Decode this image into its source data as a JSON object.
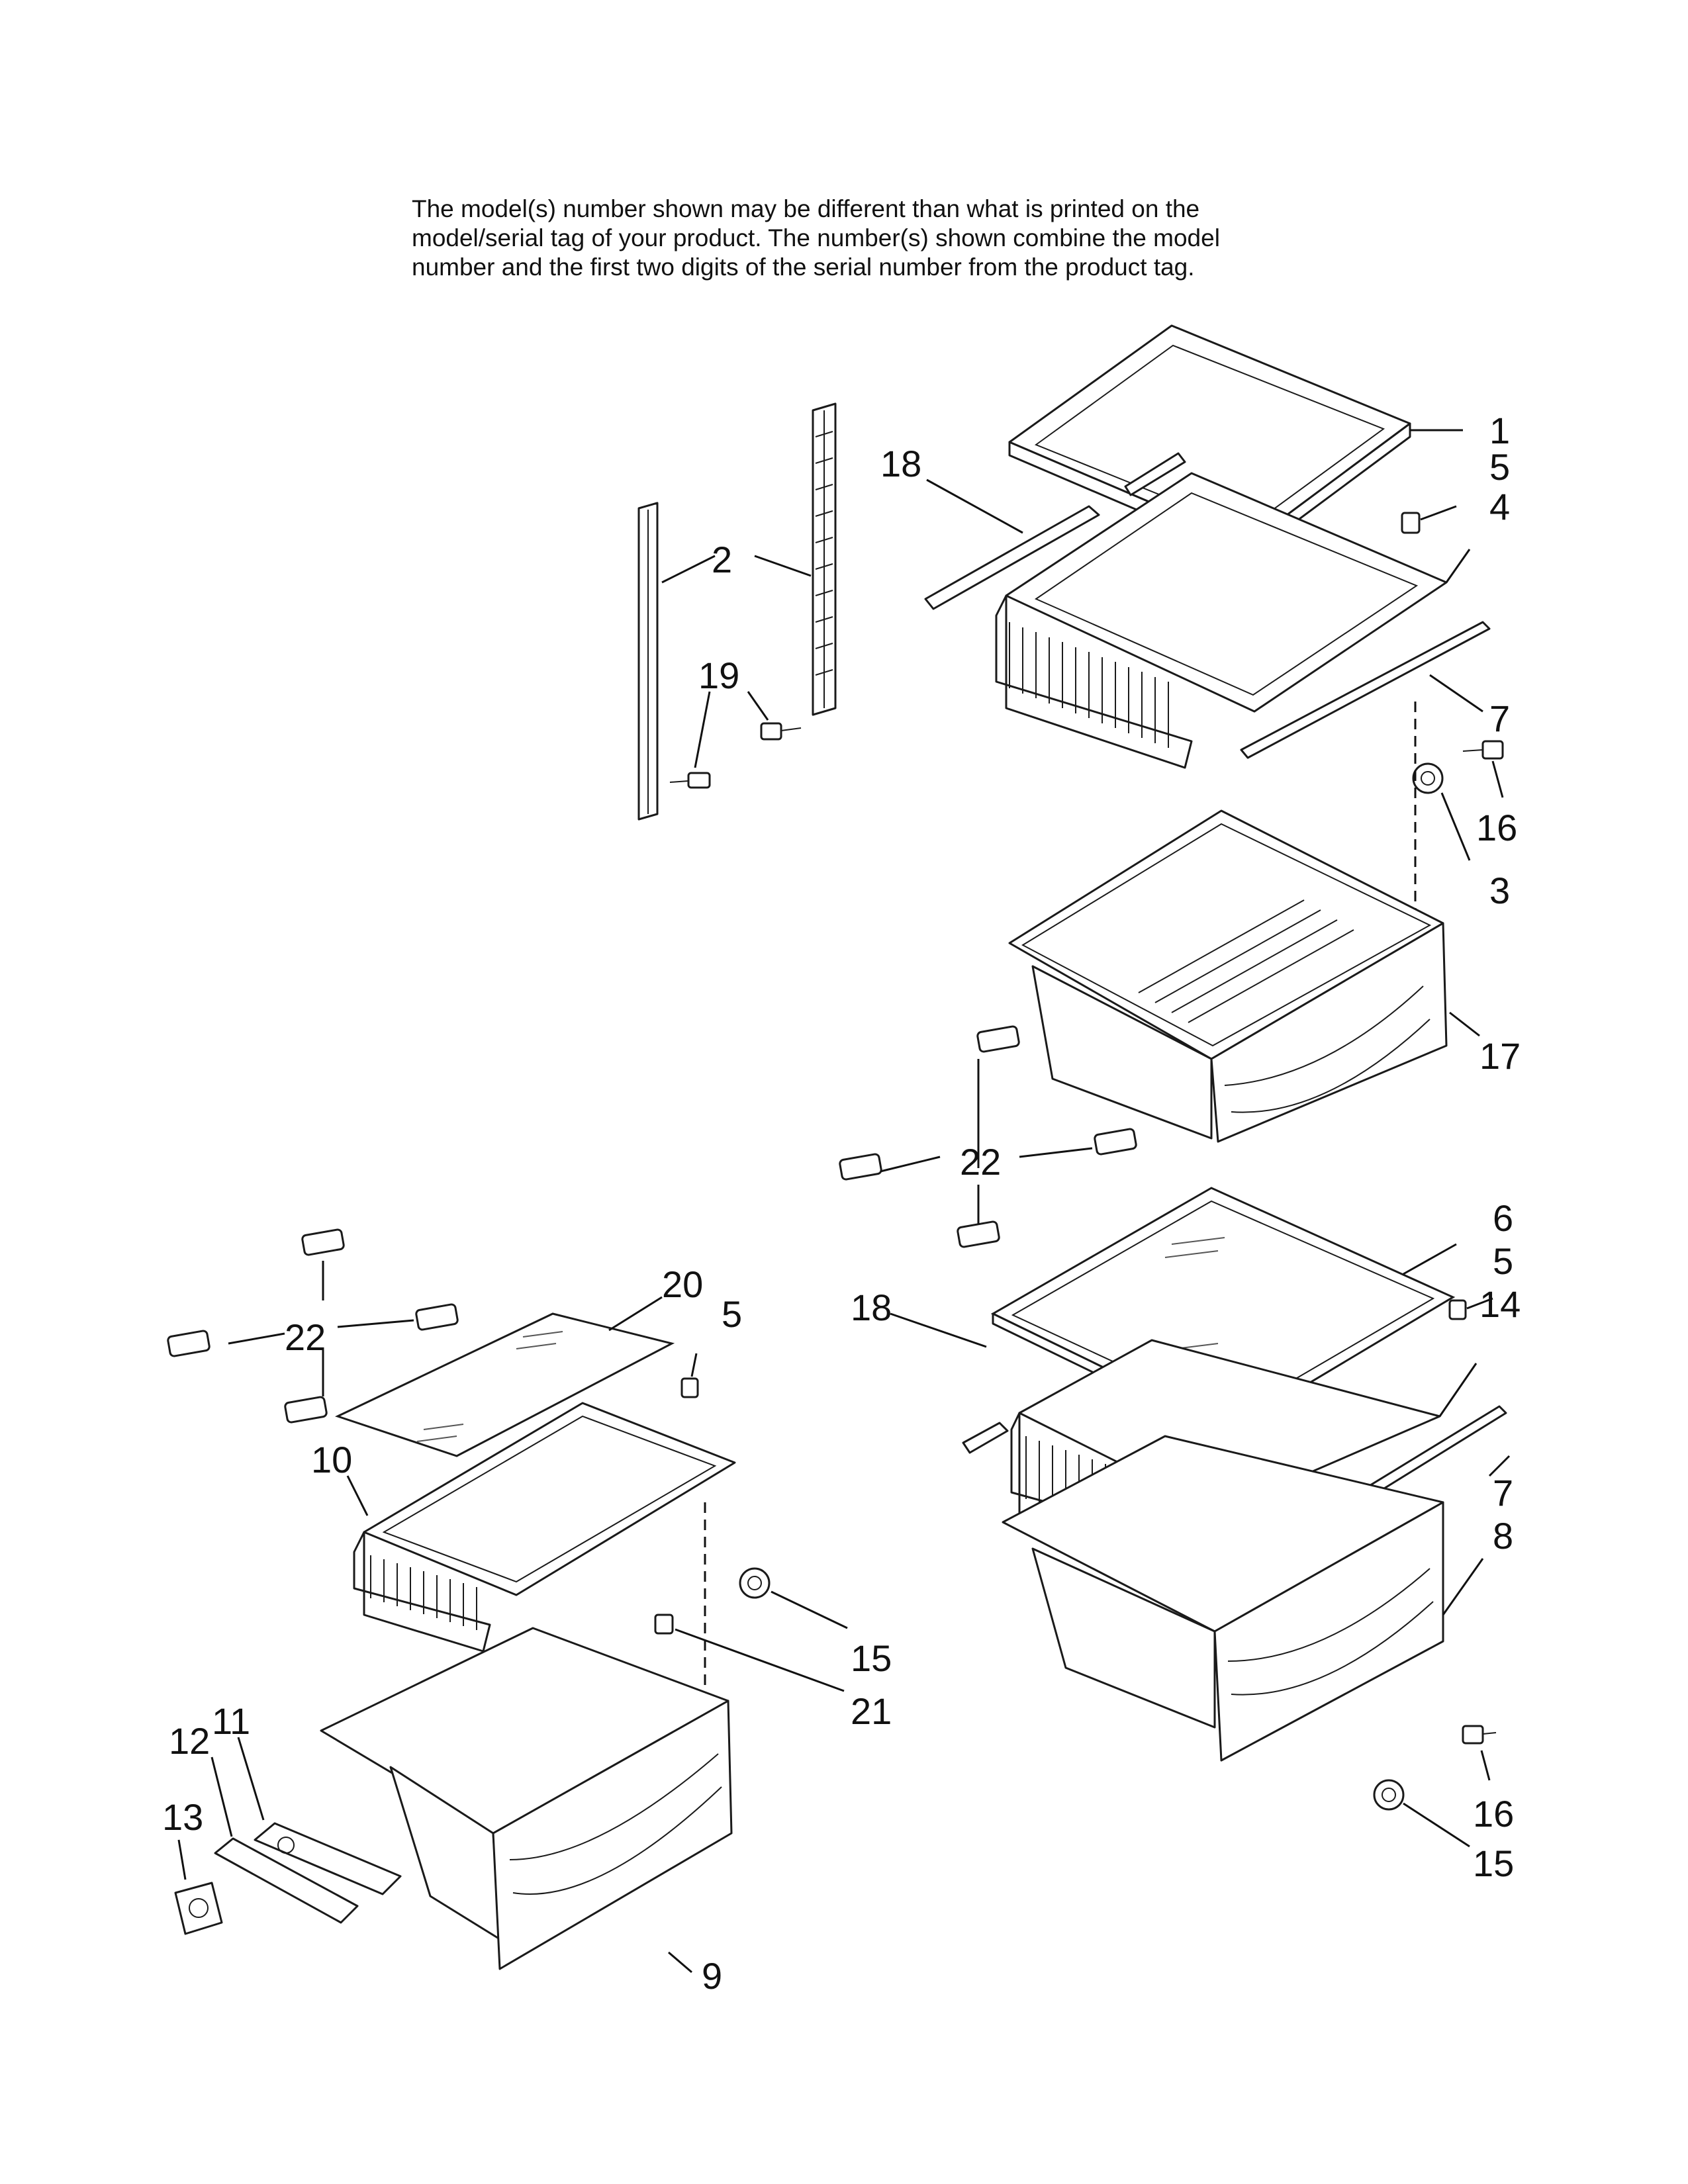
{
  "note": {
    "lines": [
      "The model(s) number shown may be different than what is printed on the",
      "model/serial tag of your product. The number(s) shown combine the model",
      "number and the first two digits of the serial number from the product tag."
    ]
  },
  "callouts": [
    {
      "id": "c1",
      "text": "1"
    },
    {
      "id": "c5a",
      "text": "5"
    },
    {
      "id": "c4",
      "text": "4"
    },
    {
      "id": "c18a",
      "text": "18"
    },
    {
      "id": "c2",
      "text": "2"
    },
    {
      "id": "c19",
      "text": "19"
    },
    {
      "id": "c7a",
      "text": "7"
    },
    {
      "id": "c16a",
      "text": "16"
    },
    {
      "id": "c3",
      "text": "3"
    },
    {
      "id": "c17",
      "text": "17"
    },
    {
      "id": "c22a",
      "text": "22"
    },
    {
      "id": "c6",
      "text": "6"
    },
    {
      "id": "c5b",
      "text": "5"
    },
    {
      "id": "c14",
      "text": "14"
    },
    {
      "id": "c18b",
      "text": "18"
    },
    {
      "id": "c7b",
      "text": "7"
    },
    {
      "id": "c8",
      "text": "8"
    },
    {
      "id": "c20",
      "text": "20"
    },
    {
      "id": "c5c",
      "text": "5"
    },
    {
      "id": "c22b",
      "text": "22"
    },
    {
      "id": "c10",
      "text": "10"
    },
    {
      "id": "c15a",
      "text": "15"
    },
    {
      "id": "c21",
      "text": "21"
    },
    {
      "id": "c11",
      "text": "11"
    },
    {
      "id": "c12",
      "text": "12"
    },
    {
      "id": "c13",
      "text": "13"
    },
    {
      "id": "c9",
      "text": "9"
    },
    {
      "id": "c16b",
      "text": "16"
    },
    {
      "id": "c15b",
      "text": "15"
    }
  ]
}
